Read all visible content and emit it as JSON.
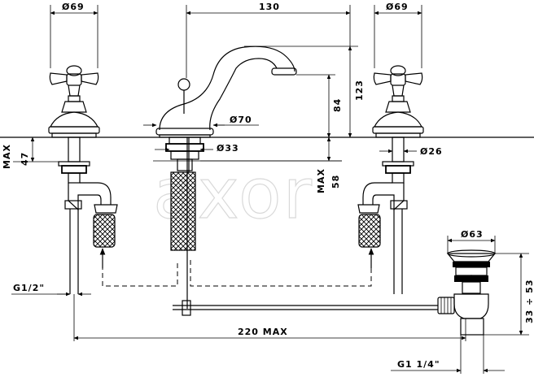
{
  "watermark": "axor",
  "dimensions": {
    "left_handle_dia": "Ø69",
    "spout_spacing": "130",
    "right_handle_dia": "Ø69",
    "spout_height": "123",
    "spout_outlet_height": "84",
    "base_dia": "Ø70",
    "thread_dia": "Ø33",
    "valve_dia": "Ø26",
    "mount_depth": "47",
    "mount_depth_unit": "MAX",
    "deck_thickness": "58",
    "deck_thickness_unit": "MAX",
    "waste_dia": "Ø63",
    "supply_thread": "G1/2\"",
    "overall_spacing": "220 MAX",
    "waste_height": "33 ÷ 53",
    "waste_thread": "G1 1/4\""
  }
}
